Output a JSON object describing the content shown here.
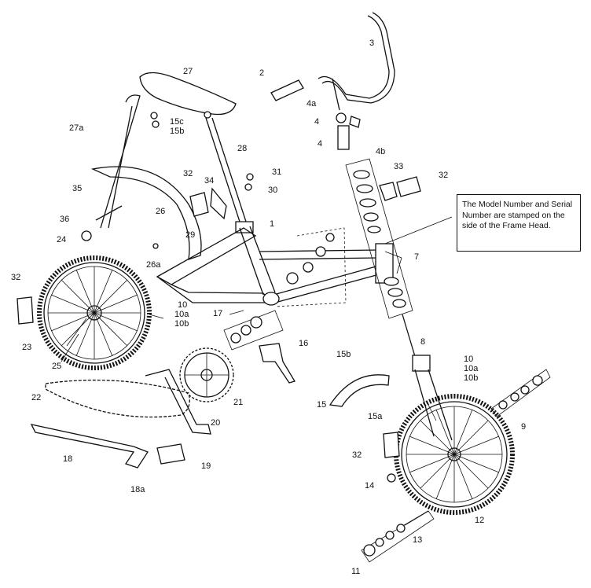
{
  "note": "The Model Number and Serial Number are stamped on the side of the Frame Head.",
  "labels": {
    "p1": "1",
    "p2": "2",
    "p3": "3",
    "p4a": "4a",
    "p4_1": "4",
    "p4_2": "4",
    "p4b": "4b",
    "p7": "7",
    "p8": "8",
    "p9": "9",
    "p10_r": "10",
    "p10a_r": "10a",
    "p10b_r": "10b",
    "p10_l": "10",
    "p10a_l": "10a",
    "p10b_l": "10b",
    "p11": "11",
    "p12": "12",
    "p13": "13",
    "p14": "14",
    "p15": "15",
    "p15a": "15a",
    "p15b": "15b",
    "p15c": "15c",
    "p15b2": "15b",
    "p16": "16",
    "p17": "17",
    "p18": "18",
    "p18a": "18a",
    "p19": "19",
    "p20": "20",
    "p21": "21",
    "p22": "22",
    "p23": "23",
    "p24": "24",
    "p25": "25",
    "p26": "26",
    "p26a": "26a",
    "p27": "27",
    "p27a": "27a",
    "p28": "28",
    "p29": "29",
    "p30": "30",
    "p31": "31",
    "p32_a": "32",
    "p32_b": "32",
    "p32_c": "32",
    "p32_d": "32",
    "p33": "33",
    "p34": "34",
    "p35": "35",
    "p36": "36"
  }
}
